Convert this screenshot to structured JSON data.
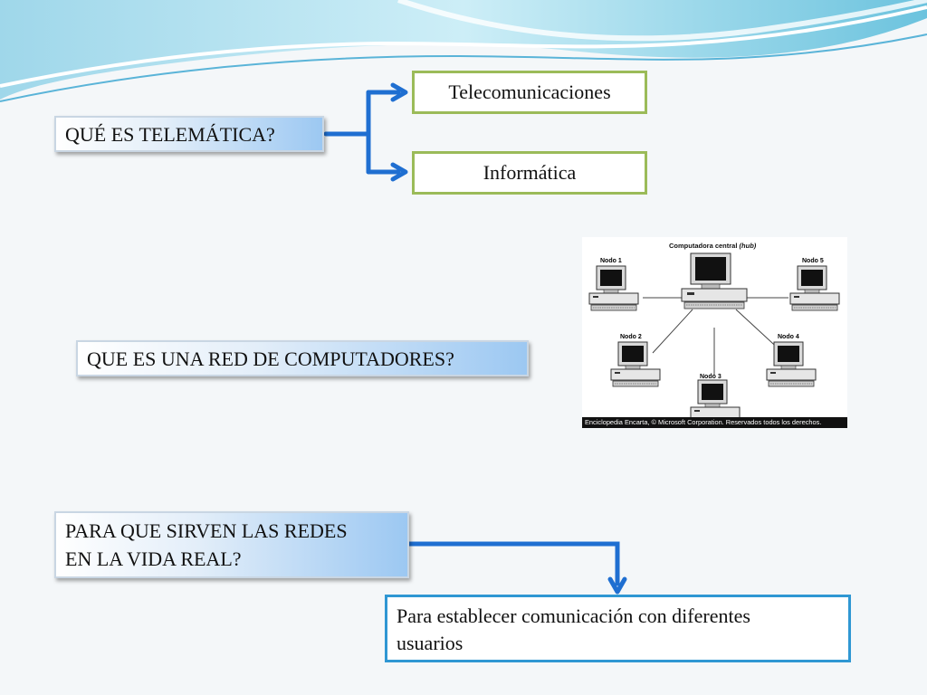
{
  "slide": {
    "q1": "QUÉ ES TELEMÁTICA?",
    "a1_top": "Telecomunicaciones",
    "a1_bottom": "Informática",
    "q2": "QUE ES UNA RED DE COMPUTADORES?",
    "q3_line1": "PARA QUE  SIRVEN LAS REDES",
    "q3_line2": "EN LA VIDA REAL?",
    "a3_line1": "Para establecer comunicación con diferentes",
    "a3_line2": "usuarios"
  },
  "network_image": {
    "hub_label": "Computadora central",
    "hub_label_italic": "(hub)",
    "nodes": [
      "Nodo 1",
      "Nodo 2",
      "Nodo 3",
      "Nodo 4",
      "Nodo 5"
    ],
    "caption": "Enciclopedia Encarta, © Microsoft Corporation. Reservados todos los derechos."
  },
  "colors": {
    "arrow_blue": "#1f6fd1",
    "green_border": "#9bbb59",
    "blue_border": "#2f97d3"
  }
}
